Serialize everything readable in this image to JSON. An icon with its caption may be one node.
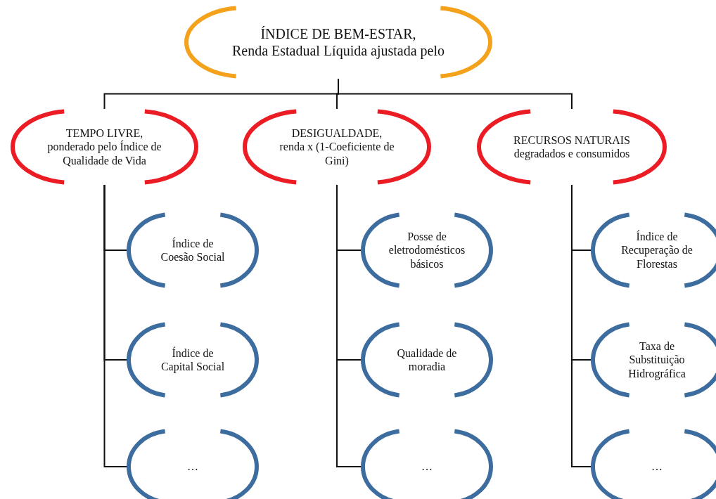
{
  "diagram": {
    "nodes": [
      {
        "text": [
          "ÍNDICE DE BEM-ESTAR,",
          "Renda Estadual Líquida ajustada pelo"
        ]
      },
      {
        "text": [
          "TEMPO LIVRE,",
          "ponderado pelo Índice de Qualidade de Vida"
        ]
      },
      {
        "text": [
          "DESIGUALDADE,",
          "renda x (1-Coeficiente de Gini)"
        ]
      },
      {
        "text": [
          "RECURSOS NATURAIS degradados e consumidos"
        ]
      },
      {
        "text": [
          "Índice de Coesão Social"
        ]
      },
      {
        "text": [
          "Índice de Capital Social"
        ]
      },
      {
        "text": [
          "…"
        ]
      },
      {
        "text": [
          "Posse de eletrodomésticos básicos"
        ]
      },
      {
        "text": [
          "Qualidade de moradia"
        ]
      },
      {
        "text": [
          "…"
        ]
      },
      {
        "text": [
          "Índice de Recuperação de Florestas"
        ]
      },
      {
        "text": [
          "Taxa de Substituição Hidrográfica"
        ]
      },
      {
        "text": [
          "…"
        ]
      }
    ],
    "edges": [
      {
        "from": 0,
        "to": 1,
        "arrow": "none"
      },
      {
        "from": 0,
        "to": 2,
        "arrow": "none"
      },
      {
        "from": 0,
        "to": 3,
        "arrow": "none"
      },
      {
        "from": 1,
        "to": 4,
        "arrow": "none"
      },
      {
        "from": 1,
        "to": 5,
        "arrow": "none"
      },
      {
        "from": 1,
        "to": 6,
        "arrow": "none"
      },
      {
        "from": 2,
        "to": 7,
        "arrow": "none"
      },
      {
        "from": 2,
        "to": 8,
        "arrow": "none"
      },
      {
        "from": 2,
        "to": 9,
        "arrow": "none"
      },
      {
        "from": 3,
        "to": 10,
        "arrow": "none"
      },
      {
        "from": 3,
        "to": 11,
        "arrow": "none"
      },
      {
        "from": 3,
        "to": 12,
        "arrow": "none"
      }
    ]
  }
}
